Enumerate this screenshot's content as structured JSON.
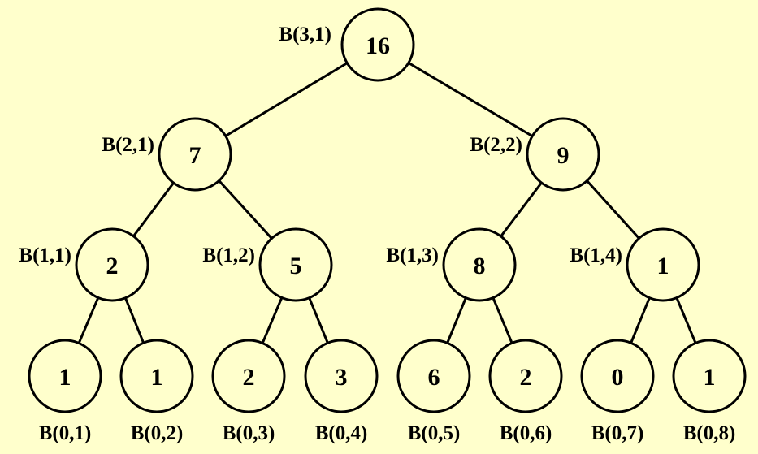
{
  "tree": {
    "nodes": [
      {
        "id": "n31",
        "label": "B(3,1)",
        "value": "16"
      },
      {
        "id": "n21",
        "label": "B(2,1)",
        "value": "7"
      },
      {
        "id": "n22",
        "label": "B(2,2)",
        "value": "9"
      },
      {
        "id": "n11",
        "label": "B(1,1)",
        "value": "2"
      },
      {
        "id": "n12",
        "label": "B(1,2)",
        "value": "5"
      },
      {
        "id": "n13",
        "label": "B(1,3)",
        "value": "8"
      },
      {
        "id": "n14",
        "label": "B(1,4)",
        "value": "1"
      },
      {
        "id": "n01",
        "label": "B(0,1)",
        "value": "1"
      },
      {
        "id": "n02",
        "label": "B(0,2)",
        "value": "1"
      },
      {
        "id": "n03",
        "label": "B(0,3)",
        "value": "2"
      },
      {
        "id": "n04",
        "label": "B(0,4)",
        "value": "3"
      },
      {
        "id": "n05",
        "label": "B(0,5)",
        "value": "6"
      },
      {
        "id": "n06",
        "label": "B(0,6)",
        "value": "2"
      },
      {
        "id": "n07",
        "label": "B(0,7)",
        "value": "0"
      },
      {
        "id": "n08",
        "label": "B(0,8)",
        "value": "1"
      }
    ],
    "edges": [
      [
        "n31",
        "n21"
      ],
      [
        "n31",
        "n22"
      ],
      [
        "n21",
        "n11"
      ],
      [
        "n21",
        "n12"
      ],
      [
        "n22",
        "n13"
      ],
      [
        "n22",
        "n14"
      ],
      [
        "n11",
        "n01"
      ],
      [
        "n11",
        "n02"
      ],
      [
        "n12",
        "n03"
      ],
      [
        "n12",
        "n04"
      ],
      [
        "n13",
        "n05"
      ],
      [
        "n13",
        "n06"
      ],
      [
        "n14",
        "n07"
      ],
      [
        "n14",
        "n08"
      ]
    ]
  }
}
